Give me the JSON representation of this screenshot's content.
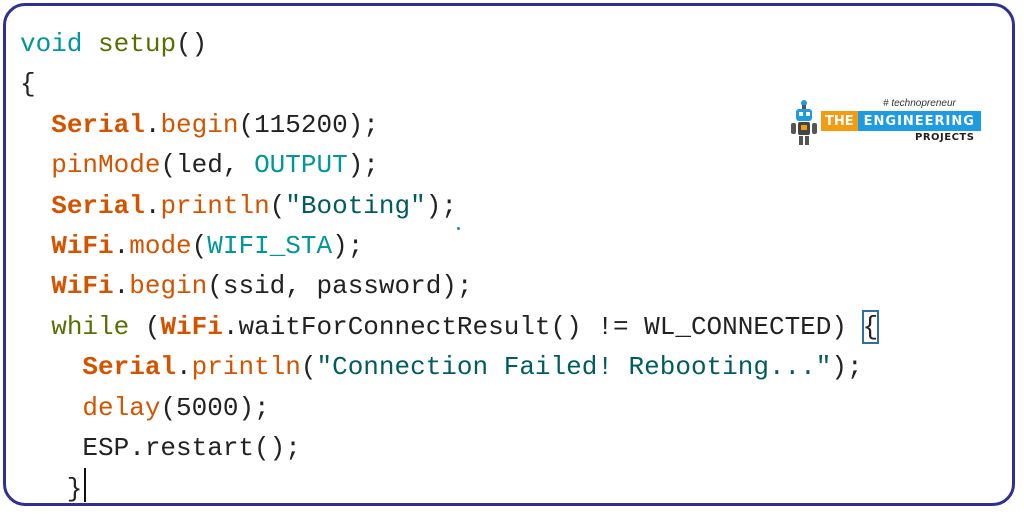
{
  "code": {
    "lines": [
      [
        {
          "t": "void",
          "c": "kw-void"
        },
        {
          "t": " ",
          "c": "plain"
        },
        {
          "t": "setup",
          "c": "kw-setup"
        },
        {
          "t": "()",
          "c": "plain"
        }
      ],
      [
        {
          "t": "{",
          "c": "plain"
        }
      ],
      [
        {
          "t": "  ",
          "c": "plain"
        },
        {
          "t": "Serial",
          "c": "cls"
        },
        {
          "t": ".",
          "c": "plain"
        },
        {
          "t": "begin",
          "c": "fn"
        },
        {
          "t": "(115200);",
          "c": "plain"
        }
      ],
      [
        {
          "t": "  ",
          "c": "plain"
        },
        {
          "t": "pinMode",
          "c": "fn"
        },
        {
          "t": "(led, ",
          "c": "plain"
        },
        {
          "t": "OUTPUT",
          "c": "const"
        },
        {
          "t": ");",
          "c": "plain"
        }
      ],
      [
        {
          "t": "  ",
          "c": "plain"
        },
        {
          "t": "Serial",
          "c": "cls"
        },
        {
          "t": ".",
          "c": "plain"
        },
        {
          "t": "println",
          "c": "fn"
        },
        {
          "t": "(",
          "c": "plain"
        },
        {
          "t": "\"Booting\"",
          "c": "str"
        },
        {
          "t": ");",
          "c": "plain"
        }
      ],
      [
        {
          "t": "  ",
          "c": "plain"
        },
        {
          "t": "WiFi",
          "c": "cls"
        },
        {
          "t": ".",
          "c": "plain"
        },
        {
          "t": "mode",
          "c": "fn"
        },
        {
          "t": "(",
          "c": "plain"
        },
        {
          "t": "WIFI_STA",
          "c": "const"
        },
        {
          "t": ");",
          "c": "plain"
        }
      ],
      [
        {
          "t": "  ",
          "c": "plain"
        },
        {
          "t": "WiFi",
          "c": "cls"
        },
        {
          "t": ".",
          "c": "plain"
        },
        {
          "t": "begin",
          "c": "fn"
        },
        {
          "t": "(ssid, password);",
          "c": "plain"
        }
      ],
      [
        {
          "t": "  ",
          "c": "plain"
        },
        {
          "t": "while",
          "c": "kw-while"
        },
        {
          "t": " (",
          "c": "plain"
        },
        {
          "t": "WiFi",
          "c": "cls"
        },
        {
          "t": ".",
          "c": "plain"
        },
        {
          "t": "waitForConnectResult() != WL_CONNECTED) ",
          "c": "plain"
        },
        {
          "t": "{",
          "c": "brace"
        }
      ],
      [
        {
          "t": "    ",
          "c": "plain"
        },
        {
          "t": "Serial",
          "c": "cls"
        },
        {
          "t": ".",
          "c": "plain"
        },
        {
          "t": "println",
          "c": "fn"
        },
        {
          "t": "(",
          "c": "plain"
        },
        {
          "t": "\"Connection Failed! Rebooting...\"",
          "c": "str"
        },
        {
          "t": ");",
          "c": "plain"
        }
      ],
      [
        {
          "t": "    ",
          "c": "plain"
        },
        {
          "t": "delay",
          "c": "fn"
        },
        {
          "t": "(5000);",
          "c": "plain"
        }
      ],
      [
        {
          "t": "    ESP.restart();",
          "c": "plain"
        }
      ],
      [
        {
          "t": "   }",
          "c": "plain"
        },
        {
          "t": "",
          "c": "caret"
        }
      ]
    ]
  },
  "logo": {
    "tagline": "# technopreneur",
    "the": "THE",
    "engineering": "ENGINEERING",
    "projects": "PROJECTS",
    "colors": {
      "orange": "#f39c12",
      "blue": "#1f9ce0",
      "frame": "#2e3192"
    }
  }
}
